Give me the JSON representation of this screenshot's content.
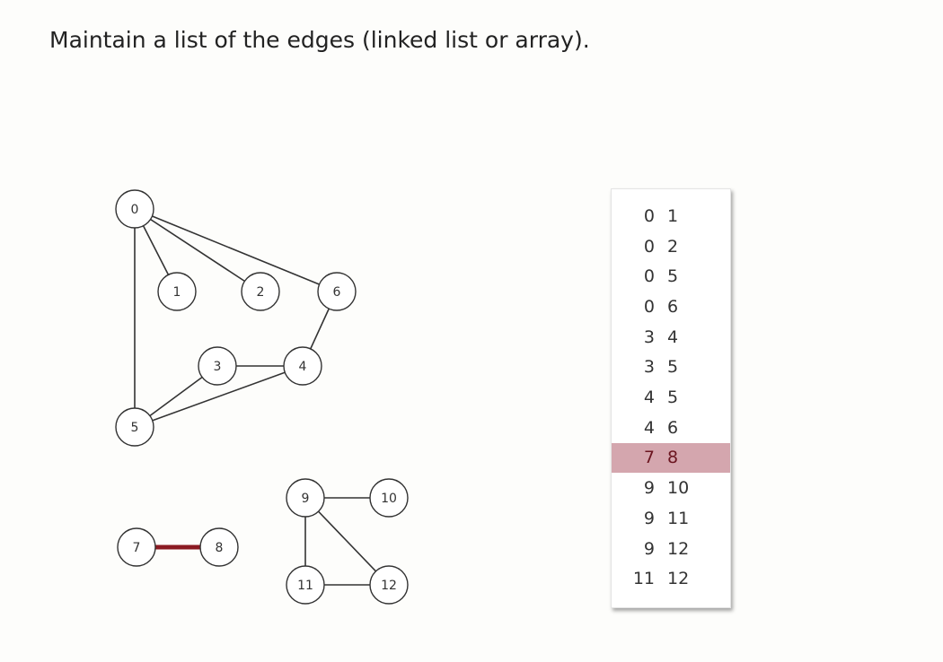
{
  "title": "Maintain a list of the edges (linked list or array).",
  "colors": {
    "node_stroke": "#333333",
    "edge": "#333333",
    "highlight_edge": "#8b1a22",
    "highlight_row": "#d4a6ae",
    "highlight_text": "#6b1520"
  },
  "nodes": [
    "0",
    "1",
    "2",
    "3",
    "4",
    "5",
    "6",
    "7",
    "8",
    "9",
    "10",
    "11",
    "12"
  ],
  "edges": [
    {
      "a": "0",
      "b": "1"
    },
    {
      "a": "0",
      "b": "2"
    },
    {
      "a": "0",
      "b": "5"
    },
    {
      "a": "0",
      "b": "6"
    },
    {
      "a": "3",
      "b": "4"
    },
    {
      "a": "3",
      "b": "5"
    },
    {
      "a": "4",
      "b": "5"
    },
    {
      "a": "4",
      "b": "6"
    },
    {
      "a": "7",
      "b": "8",
      "highlighted": true
    },
    {
      "a": "9",
      "b": "10"
    },
    {
      "a": "9",
      "b": "11"
    },
    {
      "a": "9",
      "b": "12"
    },
    {
      "a": "11",
      "b": "12"
    }
  ]
}
